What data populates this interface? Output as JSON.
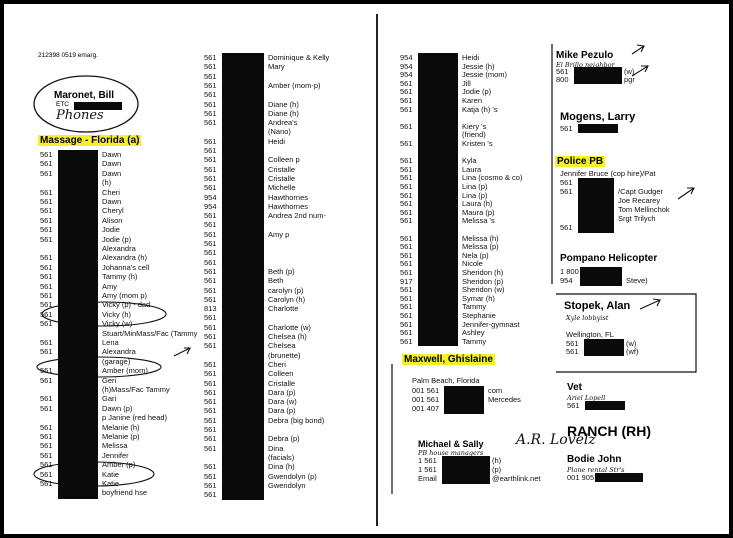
{
  "page_code": "212398 0519 emarg.",
  "maronet": {
    "name": "Maronet, Bill",
    "etc": "ETC",
    "phones": "Phones"
  },
  "massage_header": "Massage - Florida (a)",
  "col1_entries": [
    {
      "num": "561",
      "label": "Dawn"
    },
    {
      "num": "561",
      "label": "Dawn"
    },
    {
      "num": "561",
      "label": "Dawn"
    },
    {
      "num": "",
      "label": "(h)"
    },
    {
      "num": "561",
      "label": "Cheri"
    },
    {
      "num": "561",
      "label": "Dawn"
    },
    {
      "num": "561",
      "label": "Cheryl"
    },
    {
      "num": "561",
      "label": "Alison"
    },
    {
      "num": "561",
      "label": "Jodie"
    },
    {
      "num": "561",
      "label": "Jodie (p)"
    },
    {
      "num": "",
      "label": "Alexandra"
    },
    {
      "num": "561",
      "label": "Alexandra (h)"
    },
    {
      "num": "561",
      "label": "Johanna's cell"
    },
    {
      "num": "561",
      "label": "Tammy (h)"
    },
    {
      "num": "561",
      "label": "Amy"
    },
    {
      "num": "561",
      "label": "Amy (mom p)"
    },
    {
      "num": "561",
      "label": "Vicky (p) - dad"
    },
    {
      "num": "561",
      "label": "Vicky (h)"
    },
    {
      "num": "561",
      "label": "Vicky (w)"
    },
    {
      "num": "",
      "label": "Stuart/MinMass/Fac (Tammy"
    },
    {
      "num": "561",
      "label": "Lena"
    },
    {
      "num": "561",
      "label": "Alexandra"
    },
    {
      "num": "",
      "label": "(garage)"
    },
    {
      "num": "561",
      "label": "Amber (mom)"
    },
    {
      "num": "561",
      "label": "Geri"
    },
    {
      "num": "",
      "label": "(h)Mass/Fac Tammy"
    },
    {
      "num": "561",
      "label": "Gari"
    },
    {
      "num": "561",
      "label": "Dawn (p)"
    },
    {
      "num": "",
      "label": "p Janine (red head)"
    },
    {
      "num": "561",
      "label": "Melanie (h)"
    },
    {
      "num": "561",
      "label": "Melanie (p)"
    },
    {
      "num": "561",
      "label": "Melissa"
    },
    {
      "num": "561",
      "label": "Jennifer"
    },
    {
      "num": "561",
      "label": "Amber (p)"
    },
    {
      "num": "561",
      "label": "Katie"
    },
    {
      "num": "561",
      "label": "Katie"
    },
    {
      "num": "",
      "label": "boyfriend hse"
    }
  ],
  "col2_entries": [
    {
      "num": "561",
      "label": "Dominique & Kelly"
    },
    {
      "num": "561",
      "label": "Mary"
    },
    {
      "num": "561",
      "label": ""
    },
    {
      "num": "561",
      "label": "Amber (mom-p)"
    },
    {
      "num": "561",
      "label": ""
    },
    {
      "num": "561",
      "label": "Diane (h)"
    },
    {
      "num": "561",
      "label": "Diane (h)"
    },
    {
      "num": "561",
      "label": "Andrea's"
    },
    {
      "num": "",
      "label": "(Nano)"
    },
    {
      "num": "561",
      "label": "Heidi"
    },
    {
      "num": "561",
      "label": ""
    },
    {
      "num": "561",
      "label": "Colleen p"
    },
    {
      "num": "561",
      "label": "Cristalle"
    },
    {
      "num": "561",
      "label": "Cristalle"
    },
    {
      "num": "561",
      "label": "Michelle"
    },
    {
      "num": "954",
      "label": "Hawthornes"
    },
    {
      "num": "954",
      "label": "Hawthornes"
    },
    {
      "num": "561",
      "label": "Andrea 2nd num-"
    },
    {
      "num": "561",
      "label": ""
    },
    {
      "num": "561",
      "label": "Amy p"
    },
    {
      "num": "561",
      "label": ""
    },
    {
      "num": "561",
      "label": ""
    },
    {
      "num": "561",
      "label": ""
    },
    {
      "num": "561",
      "label": "Beth (p)"
    },
    {
      "num": "561",
      "label": "Beth"
    },
    {
      "num": "561",
      "label": "carolyn (p)"
    },
    {
      "num": "561",
      "label": "Carolyn (h)"
    },
    {
      "num": "813",
      "label": "Charlotte"
    },
    {
      "num": "561",
      "label": ""
    },
    {
      "num": "561",
      "label": "Charlotte (w)"
    },
    {
      "num": "561",
      "label": "Chelsea (h)"
    },
    {
      "num": "561",
      "label": "Chelsea"
    },
    {
      "num": "",
      "label": "(brunette)"
    },
    {
      "num": "561",
      "label": "Cheri"
    },
    {
      "num": "561",
      "label": "Colleen"
    },
    {
      "num": "561",
      "label": "Cristalle"
    },
    {
      "num": "561",
      "label": "Dara (p)"
    },
    {
      "num": "561",
      "label": "Dara (w)"
    },
    {
      "num": "561",
      "label": "Dara (p)"
    },
    {
      "num": "561",
      "label": "Debra (big bond)"
    },
    {
      "num": "561",
      "label": ""
    },
    {
      "num": "561",
      "label": "Debra (p)"
    },
    {
      "num": "561",
      "label": "Dina"
    },
    {
      "num": "",
      "label": "(facials)"
    },
    {
      "num": "561",
      "label": "Dina (h)"
    },
    {
      "num": "561",
      "label": "Gwendolyn (p)"
    },
    {
      "num": "561",
      "label": "Gwendolyn"
    },
    {
      "num": "561",
      "label": ""
    }
  ],
  "col3_entries": [
    {
      "num": "954",
      "label": "Heidi"
    },
    {
      "num": "954",
      "label": "Jessie (h)"
    },
    {
      "num": "954",
      "label": "Jessie (mom)"
    },
    {
      "num": "561",
      "label": "Jill"
    },
    {
      "num": "561",
      "label": "Jodie (p)"
    },
    {
      "num": "561",
      "label": "Karen"
    },
    {
      "num": "561",
      "label": "Katja (h) 's"
    },
    {
      "num": "",
      "label": ""
    },
    {
      "num": "561",
      "label": "Kiery 's"
    },
    {
      "num": "",
      "label": "(friend)"
    },
    {
      "num": "561",
      "label": "Kristen 's"
    },
    {
      "num": "",
      "label": ""
    },
    {
      "num": "561",
      "label": "Kyla"
    },
    {
      "num": "561",
      "label": "Laura"
    },
    {
      "num": "561",
      "label": "Lina (cosmo & co)"
    },
    {
      "num": "561",
      "label": "Lina (p)"
    },
    {
      "num": "561",
      "label": "Lina (p)"
    },
    {
      "num": "561",
      "label": "Laura (h)"
    },
    {
      "num": "561",
      "label": "Maura (p)"
    },
    {
      "num": "561",
      "label": "Melissa 's"
    },
    {
      "num": "",
      "label": ""
    },
    {
      "num": "561",
      "label": "Melissa (h)"
    },
    {
      "num": "561",
      "label": "Melissa (p)"
    },
    {
      "num": "561",
      "label": "Nela (p)"
    },
    {
      "num": "561",
      "label": "Nicole"
    },
    {
      "num": "561",
      "label": "Sheridon (h)"
    },
    {
      "num": "917",
      "label": "Sheridon (p)"
    },
    {
      "num": "561",
      "label": "Sheridon (w)"
    },
    {
      "num": "561",
      "label": "Symar (h)"
    },
    {
      "num": "561",
      "label": "Tammy"
    },
    {
      "num": "561",
      "label": "Stephanie"
    },
    {
      "num": "561",
      "label": "Jennifer-gymnast"
    },
    {
      "num": "561",
      "label": "Ashley"
    },
    {
      "num": "561",
      "label": "Tammy"
    }
  ],
  "maxwell": {
    "name": "Maxwell, Ghislaine",
    "addr": "Palm Beach, Florida",
    "lines": [
      {
        "num": "001 561",
        "label": "com"
      },
      {
        "num": "001 561",
        "label": "Mercedes"
      },
      {
        "num": "001 407",
        "label": ""
      }
    ]
  },
  "michael": {
    "name": "Michael & Sally",
    "sub": "PB house managers",
    "lines": [
      {
        "num": "1 561",
        "label": "(h)"
      },
      {
        "num": "1 561",
        "label": "(p)"
      },
      {
        "num": "Email",
        "label": "@earthlink.net"
      }
    ],
    "note": "A.R. Lovelz"
  },
  "col4": {
    "pezulo": {
      "name": "Mike Pezulo",
      "sub": "El Brillo neighbor",
      "lines": [
        {
          "num": "561",
          "label": "(w)"
        },
        {
          "num": "800",
          "label": "pgr"
        }
      ]
    },
    "mogens": {
      "name": "Mogens, Larry",
      "lines": [
        {
          "num": "561",
          "label": ""
        }
      ]
    },
    "police": {
      "header": "Police PB",
      "sub": "Jennifer Bruce (cop hire)/Pat",
      "lines": [
        {
          "num": "561",
          "label": ""
        },
        {
          "num": "561",
          "label": "/Capt Gudger"
        },
        {
          "num": "",
          "label": "Joe Recarey"
        },
        {
          "num": "",
          "label": "Tom Mellinchok"
        },
        {
          "num": "",
          "label": "Srgt Trilych"
        },
        {
          "num": "561",
          "label": ""
        }
      ]
    },
    "pompano": {
      "name": "Pompano Helicopter",
      "lines": [
        {
          "num": "1 800",
          "label": ""
        },
        {
          "num": "954",
          "label": "Steve)"
        }
      ]
    },
    "stopek": {
      "name": "Stopek, Alan",
      "sub": "Xyle lobbyist",
      "addr": "Wellington, FL",
      "lines": [
        {
          "num": "561",
          "label": "(w)"
        },
        {
          "num": "561",
          "label": "(wf)"
        }
      ]
    },
    "vet": {
      "name": "Vet",
      "sub": "Ariel Lopell",
      "lines": [
        {
          "num": "561",
          "label": ""
        }
      ]
    },
    "ranch": "RANCH (RH)",
    "bodie": {
      "name": "Bodie John",
      "sub": "Plane rental Str's",
      "lines": [
        {
          "num": "001 905",
          "label": ""
        }
      ]
    }
  }
}
